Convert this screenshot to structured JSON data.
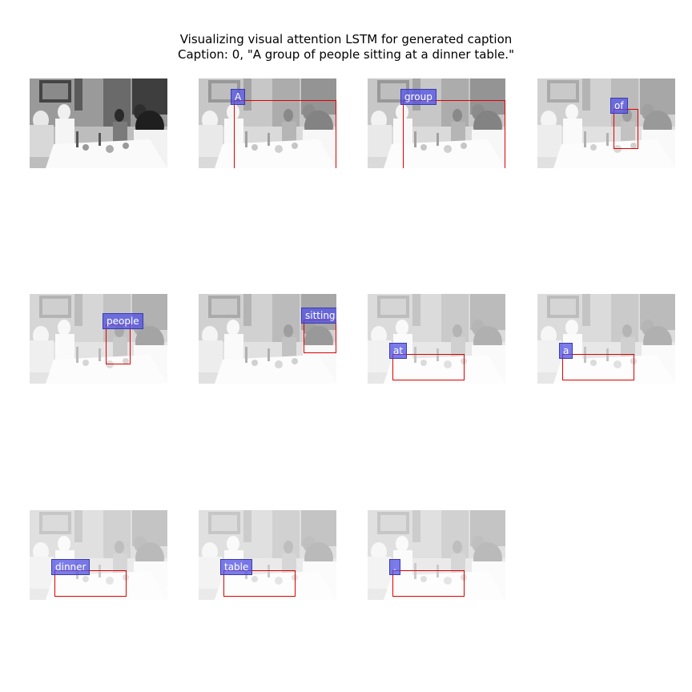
{
  "figure": {
    "title_line1": "Visualizing visual attention LSTM for generated caption",
    "title_line2": "Caption: 0, \"A group of people sitting at a dinner table.\""
  },
  "panels": [
    {
      "word": "",
      "kind": "original"
    },
    {
      "word": "A",
      "kind": "attention"
    },
    {
      "word": "group",
      "kind": "attention"
    },
    {
      "word": "of",
      "kind": "attention"
    },
    {
      "word": "people",
      "kind": "attention"
    },
    {
      "word": "sitting",
      "kind": "attention"
    },
    {
      "word": "at",
      "kind": "attention"
    },
    {
      "word": "a",
      "kind": "attention"
    },
    {
      "word": "dinner",
      "kind": "attention"
    },
    {
      "word": "table",
      "kind": "attention"
    },
    {
      "word": ".",
      "kind": "attention"
    }
  ],
  "colors": {
    "attention_box": "#e00000",
    "word_label_bg": "#5050e6"
  }
}
